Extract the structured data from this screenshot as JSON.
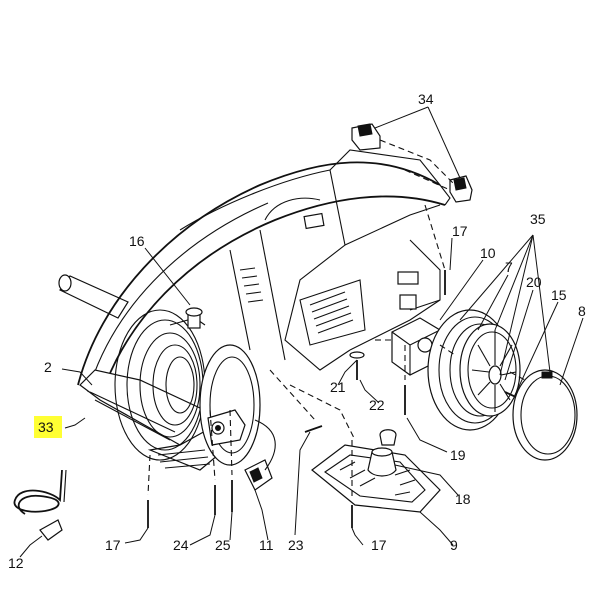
{
  "diagram": {
    "labels": {
      "p2": "2",
      "p7": "7",
      "p8": "8",
      "p9": "9",
      "p10": "10",
      "p11": "11",
      "p12": "12",
      "p15": "15",
      "p16": "16",
      "p17a": "17",
      "p17b": "17",
      "p17c": "17",
      "p18": "18",
      "p19": "19",
      "p20": "20",
      "p21": "21",
      "p22": "22",
      "p23": "23",
      "p24": "24",
      "p25": "25",
      "p33": "33",
      "p34": "34",
      "p35": "35"
    },
    "highlight_color": "#ffff33",
    "highlighted_label": "33"
  }
}
